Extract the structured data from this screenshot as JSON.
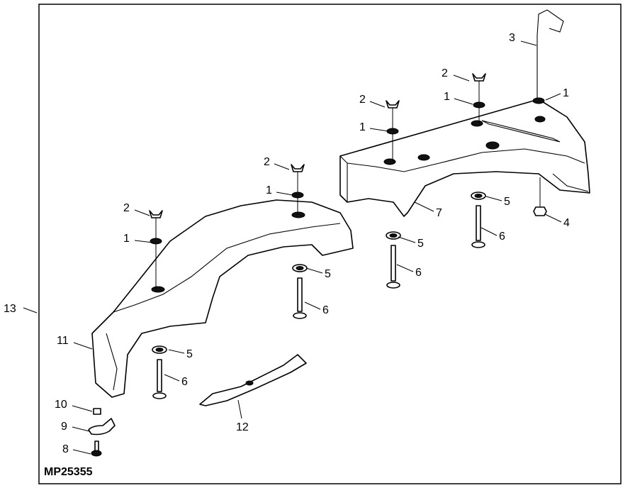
{
  "diagram": {
    "figure_code": "MP25355",
    "callouts": [
      "3",
      "2",
      "1",
      "1",
      "2",
      "1",
      "7",
      "5",
      "4",
      "6",
      "5",
      "6",
      "2",
      "1",
      "5",
      "6",
      "2",
      "1",
      "11",
      "5",
      "6",
      "12",
      "10",
      "9",
      "8",
      "13"
    ],
    "parts": {
      "1": "washer",
      "2": "wing-nut",
      "3": "rod",
      "4": "nut",
      "5": "spacer",
      "6": "bolt",
      "7": "right-deck-cover",
      "8": "bolt",
      "9": "bracket",
      "10": "nut",
      "11": "left-deck-cover",
      "12": "mower-blade",
      "13": "assembly"
    }
  }
}
